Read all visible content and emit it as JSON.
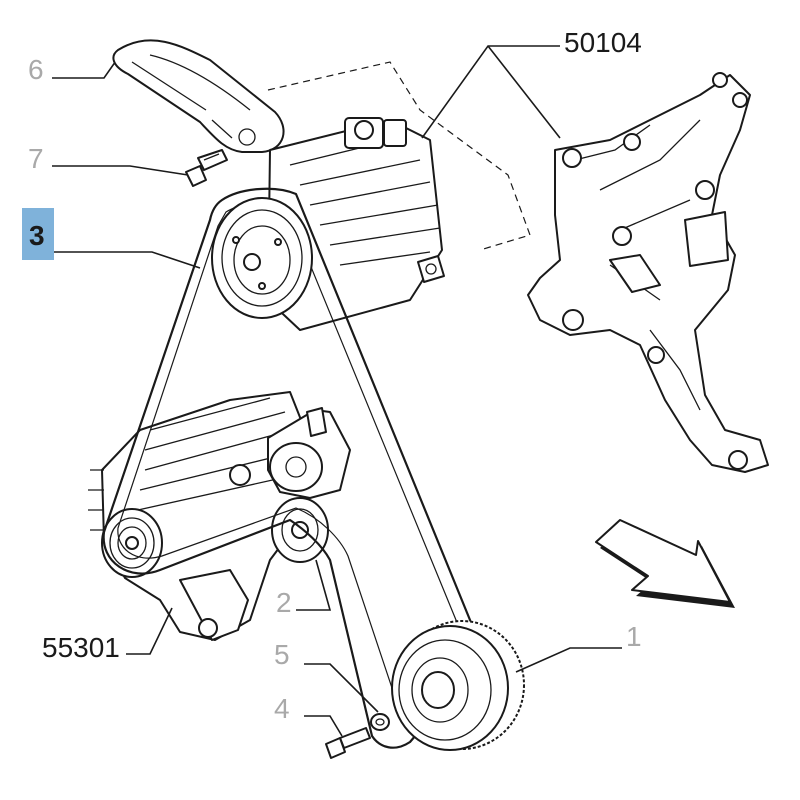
{
  "callouts": {
    "c6": "6",
    "c7": "7",
    "c3": "3",
    "c2": "2",
    "c5": "5",
    "c4": "4",
    "c1": "1",
    "c50104": "50104",
    "c55301": "55301"
  },
  "colors": {
    "selected_highlight": "#7fb2da",
    "inactive_callout": "#a9a9a9",
    "line_art": "#1a1a1a"
  },
  "selected_callout": "3",
  "icons": [
    "direction-arrow-icon"
  ]
}
